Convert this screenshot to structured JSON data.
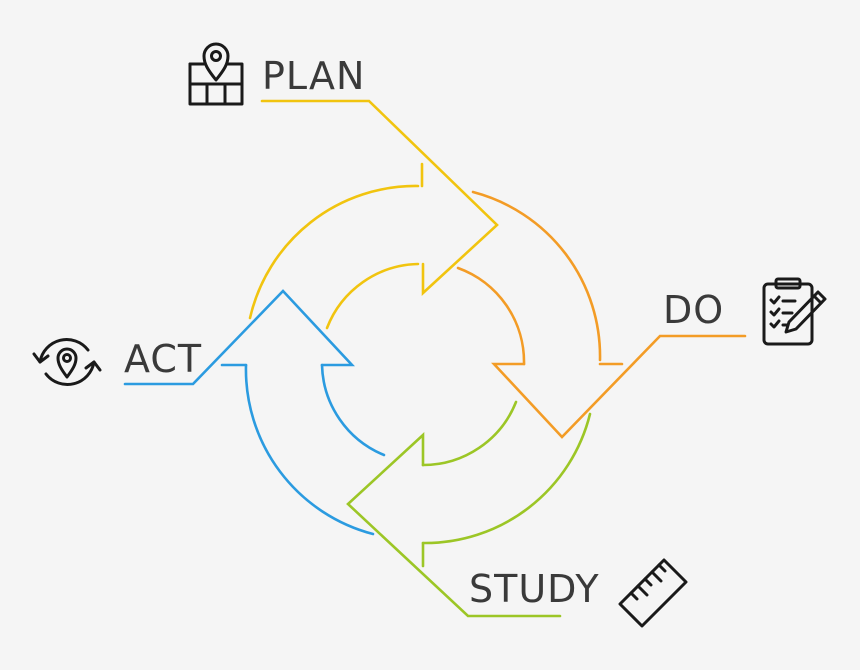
{
  "phases": {
    "plan": {
      "label": "PLAN",
      "icon": "map-pin-icon",
      "color": "#f1c40f"
    },
    "do": {
      "label": "DO",
      "icon": "clipboard-icon",
      "color": "#f39c26"
    },
    "study": {
      "label": "STUDY",
      "icon": "ruler-icon",
      "color": "#9cc626"
    },
    "act": {
      "label": "ACT",
      "icon": "cycle-pin-icon",
      "color": "#2b9be0"
    }
  }
}
